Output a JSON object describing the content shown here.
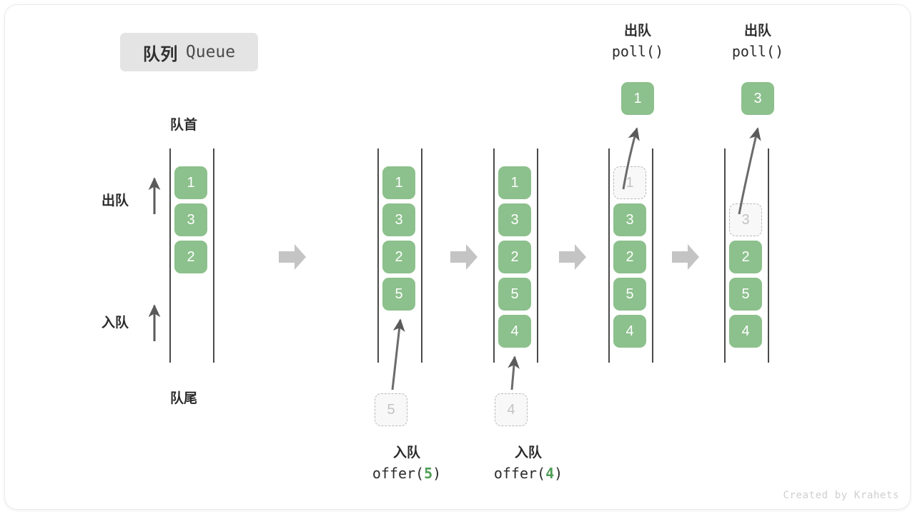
{
  "title": {
    "cn": "队列",
    "en": "Queue"
  },
  "labels": {
    "head": "队首",
    "tail": "队尾",
    "dequeue": "出队",
    "enqueue": "入队"
  },
  "credit": "Created by Krahets",
  "colors": {
    "cell_green": "#8cc08c",
    "ghost_fill": "#f8f8f8",
    "ghost_border": "#b9b9b9",
    "rail": "#4a4a4a",
    "step_arrow": "#c4c4c4",
    "chip_bg": "#e4e4e4",
    "text": "#2b2b2b",
    "accent_value": "#4f9e56"
  },
  "ops": {
    "offer5": {
      "cn": "入队",
      "fn_prefix": "offer(",
      "value": "5",
      "fn_suffix": ")"
    },
    "offer4": {
      "cn": "入队",
      "fn_prefix": "offer(",
      "value": "4",
      "fn_suffix": ")"
    },
    "poll1": {
      "cn": "出队",
      "code": "poll()"
    },
    "poll2": {
      "cn": "出队",
      "code": "poll()"
    }
  },
  "columns": [
    {
      "id": "col-1",
      "cells": [
        "1",
        "3",
        "2"
      ],
      "ghost_index": -1
    },
    {
      "id": "col-2",
      "cells": [
        "1",
        "3",
        "2",
        "5"
      ],
      "ghost_index": -1
    },
    {
      "id": "col-3",
      "cells": [
        "1",
        "3",
        "2",
        "5",
        "4"
      ],
      "ghost_index": -1
    },
    {
      "id": "col-4",
      "cells": [
        "1",
        "3",
        "2",
        "5",
        "4"
      ],
      "ghost_index": 0
    },
    {
      "id": "col-5",
      "cells": [
        "3",
        "2",
        "5",
        "4"
      ],
      "ghost_index": 0
    }
  ],
  "floating_cells": {
    "offer5_ghost": "5",
    "offer4_ghost": "4",
    "polled1": "1",
    "polled3": "3"
  },
  "cell_values": {
    "c1_1": "1",
    "c1_2": "3",
    "c1_3": "2",
    "c2_1": "1",
    "c2_2": "3",
    "c2_3": "2",
    "c2_4": "5",
    "c3_1": "1",
    "c3_2": "3",
    "c3_3": "2",
    "c3_4": "5",
    "c3_5": "4",
    "c4_1": "1",
    "c4_2": "3",
    "c4_3": "2",
    "c4_4": "5",
    "c4_5": "4",
    "c5_1": "3",
    "c5_2": "2",
    "c5_3": "5",
    "c5_4": "4"
  }
}
